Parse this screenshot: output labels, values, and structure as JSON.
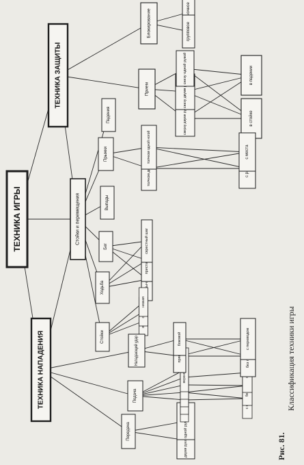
{
  "root": {
    "label": "ТЕХНИКА ИГРЫ"
  },
  "branches": {
    "attack": {
      "label": "ТЕХНИКА НАПАДЕНИЯ"
    },
    "defense": {
      "label": "ТЕХНИКА ЗАЩИТЫ"
    },
    "stances": {
      "label": "Стойки и перемещения"
    }
  },
  "defense_nodes": {
    "blocking": {
      "label": "Блокирование"
    },
    "single": {
      "label": "одиночное"
    },
    "group": {
      "label": "групповое"
    },
    "receiving": {
      "label": "Прием"
    },
    "top_two": {
      "label": "сверху двумя руками"
    },
    "bottom_two": {
      "label": "снизу двумя руками"
    },
    "bottom_one": {
      "label": "снизу одной рукой"
    },
    "in_stance": {
      "label": "в стойке"
    },
    "in_fall": {
      "label": "в падении"
    }
  },
  "stance_nodes": {
    "falls": {
      "label": "Падения"
    },
    "jumps": {
      "label": "Прыжки"
    },
    "lunges": {
      "label": "Выпады"
    },
    "run": {
      "label": "Бег"
    },
    "walk": {
      "label": "Ходьба"
    },
    "stances_box": {
      "label": "Стойки"
    },
    "push_two": {
      "label": "толчком двумя ногами"
    },
    "push_one": {
      "label": "толчком одной ногой"
    },
    "from_run": {
      "label": "с разбега"
    },
    "from_place": {
      "label": "с места"
    },
    "normal_step": {
      "label": "обычный шаг"
    },
    "side_step": {
      "label": "приставной шаг"
    },
    "cross_step": {
      "label": "скрестный шаг"
    },
    "high": {
      "label": "высокая"
    },
    "medium": {
      "label": "средняя"
    },
    "low": {
      "label": "низкая"
    }
  },
  "attack_nodes": {
    "pass": {
      "label": "Передача"
    },
    "serve": {
      "label": "Подача"
    },
    "spike": {
      "label": "Нападающий удар"
    },
    "pass_two": {
      "label": "двумя руками сверху"
    },
    "pass_one": {
      "label": "одной рукой сверху"
    },
    "upper_side": {
      "label": "верхняя боковая"
    },
    "upper_straight": {
      "label": "верхняя прямая"
    },
    "lower_side": {
      "label": "нижняя боковая"
    },
    "lower_straight": {
      "label": "нижняя прямая"
    },
    "upper_side_2": {
      "label": "верхняя боковая"
    },
    "with_rotation": {
      "label": "с вращением"
    },
    "without_rotation": {
      "label": "без вращения"
    },
    "planning": {
      "label": "свечой"
    },
    "straight": {
      "label": "прямой"
    },
    "side": {
      "label": "боковой"
    },
    "no_transfer": {
      "label": "без перевода"
    },
    "with_transfer": {
      "label": "с переводом"
    }
  },
  "caption": {
    "figure": "Рис. 81.",
    "text": "Классификация техники игры"
  }
}
